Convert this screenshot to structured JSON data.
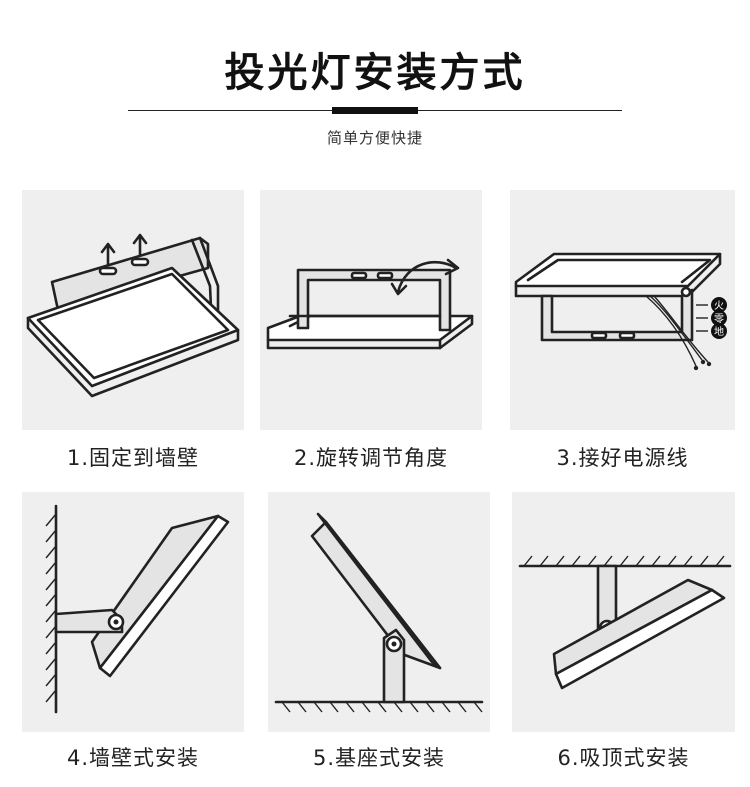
{
  "header": {
    "title": "投光灯安装方式",
    "subtitle": "简单方便快捷"
  },
  "steps": [
    {
      "label": "1.固定到墙壁"
    },
    {
      "label": "2.旋转调节角度"
    },
    {
      "label": "3.接好电源线"
    },
    {
      "label": "4.墙壁式安装"
    },
    {
      "label": "5.基座式安装"
    },
    {
      "label": "6.吸顶式安装"
    }
  ],
  "wiring": {
    "live": "火",
    "neutral": "零",
    "ground": "地"
  },
  "colors": {
    "panel_bg": "#efefef",
    "line": "#222222",
    "text": "#222222"
  }
}
